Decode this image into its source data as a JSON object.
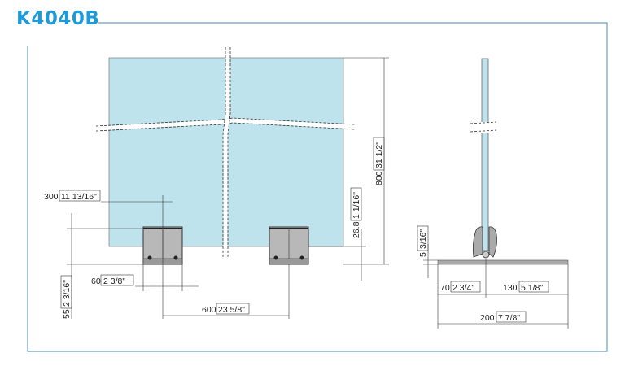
{
  "title": "K4040B",
  "colors": {
    "brand": "#1f9ad8",
    "frame": "#6a9fbf",
    "glass": "#bfe3ec"
  },
  "front_view": {
    "dim_offset": "300",
    "dim_offset_in": "11 13/16\"",
    "dim_clamp_width": "60",
    "dim_clamp_width_in": "2 3/8\"",
    "dim_clamp_spacing": "600",
    "dim_clamp_spacing_in": "23 5/8\"",
    "dim_height": "800",
    "dim_height_in": "31 1/2\"",
    "dim_gap": "26.8",
    "dim_gap_in": "1 1/16\"",
    "dim_clamp_height": "55",
    "dim_clamp_height_in": "2 3/16\""
  },
  "side_view": {
    "dim_base": "5",
    "dim_base_in": "3/16\"",
    "dim_left": "70",
    "dim_left_in": "2 3/4\"",
    "dim_right": "130",
    "dim_right_in": "5 1/8\"",
    "dim_total": "200",
    "dim_total_in": "7 7/8\""
  }
}
